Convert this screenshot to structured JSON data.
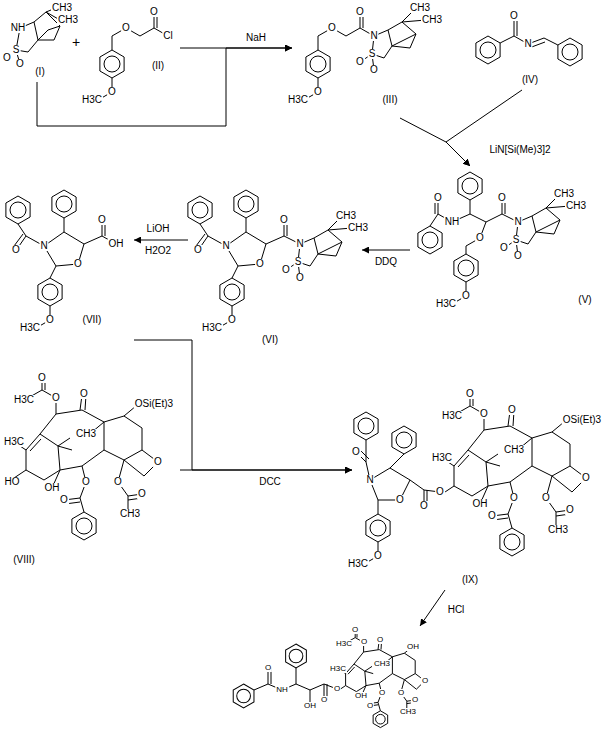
{
  "diagram": {
    "nodes": [
      {
        "text": [
          "(I)"
        ]
      },
      {
        "text": [
          "(II)"
        ]
      },
      {
        "text": [
          "(III)"
        ]
      },
      {
        "text": [
          "(IV)"
        ]
      },
      {
        "text": [
          "(V)"
        ]
      },
      {
        "text": [
          "(VI)"
        ]
      },
      {
        "text": [
          "(VII)"
        ]
      },
      {
        "text": [
          "(VIII)"
        ]
      },
      {
        "text": [
          "(IX)"
        ]
      }
    ],
    "edges": [
      {
        "from": 0,
        "to": 2,
        "arrow": "to"
      },
      {
        "from": 1,
        "to": 2,
        "arrow": "to",
        "label": "NaH"
      },
      {
        "from": 2,
        "to": 4,
        "arrow": "to",
        "label": "LiN[Si(Me)3]2"
      },
      {
        "from": 3,
        "to": 4,
        "arrow": "to"
      },
      {
        "from": 4,
        "to": 5,
        "arrow": "to",
        "label": "DDQ"
      },
      {
        "from": 5,
        "to": 6,
        "arrow": "to",
        "label": "LiOH H2O2"
      },
      {
        "from": 6,
        "to": 8,
        "arrow": "to"
      },
      {
        "from": 7,
        "to": 8,
        "arrow": "to",
        "label": "DCC"
      }
    ],
    "labels": [
      "+",
      "HCl",
      "NH",
      "S",
      "O",
      "O",
      "CH3",
      "CH3",
      "O",
      "O",
      "Cl",
      "O",
      "H3C",
      "O",
      "O",
      "N",
      "S",
      "O",
      "O",
      "CH3",
      "CH3",
      "O",
      "H3C",
      "O",
      "N",
      "O",
      "NH",
      "O",
      "O",
      "N",
      "S",
      "O",
      "O",
      "CH3",
      "CH3",
      "O",
      "H3C",
      "O",
      "N",
      "O",
      "O",
      "N",
      "S",
      "O",
      "O",
      "CH3",
      "CH3",
      "O",
      "H3C",
      "O",
      "N",
      "O",
      "O",
      "OH",
      "O",
      "H3C",
      "O",
      "O",
      "H3C",
      "O",
      "CH3",
      "OSi(Et)3",
      "H3C",
      "HO",
      "OH",
      "O",
      "O",
      "O",
      "O",
      "CH3",
      "O",
      "O",
      "N",
      "O",
      "O",
      "H3C",
      "O",
      "O",
      "O",
      "O",
      "H3C",
      "O",
      "CH3",
      "OSi(Et)3",
      "H3C",
      "OH",
      "O",
      "O",
      "O",
      "O",
      "CH3",
      "O",
      "O",
      "NH",
      "OH",
      "O",
      "O",
      "O",
      "O",
      "H3C",
      "O",
      "CH3",
      "OH",
      "H3C",
      "OH",
      "O",
      "O",
      "O",
      "O",
      "CH3",
      "O"
    ]
  }
}
